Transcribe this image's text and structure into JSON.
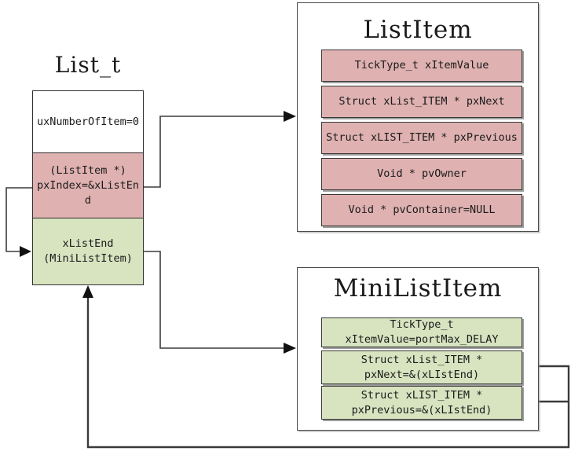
{
  "list_t": {
    "title": "List_t",
    "fields": {
      "count": "uxNumberOfItem=0",
      "index": "(ListItem *)\npxIndex=&xListEn\nd",
      "end": "xListEnd\n(MiniListItem)"
    }
  },
  "list_item": {
    "title": "ListItem",
    "fields": [
      "TickType_t xItemValue",
      "Struct xList_ITEM * pxNext",
      "Struct xLIST_ITEM * pxPrevious",
      "Void * pvOwner",
      "Void * pvContainer=NULL"
    ]
  },
  "mini_list_item": {
    "title": "MiniListItem",
    "fields": [
      "TickType_t\nxItemValue=portMax_DELAY",
      "Struct xList_ITEM *\npxNext=&(xLIstEnd)",
      "Struct xLIST_ITEM *\npxPrevious=&(xLIstEnd)"
    ]
  },
  "colors": {
    "pink_fill": "#dfb1b1",
    "green_fill": "#d8e3c0",
    "cell_border": "#333333",
    "connector": "#3c3c3c",
    "background": "#ffffff"
  }
}
